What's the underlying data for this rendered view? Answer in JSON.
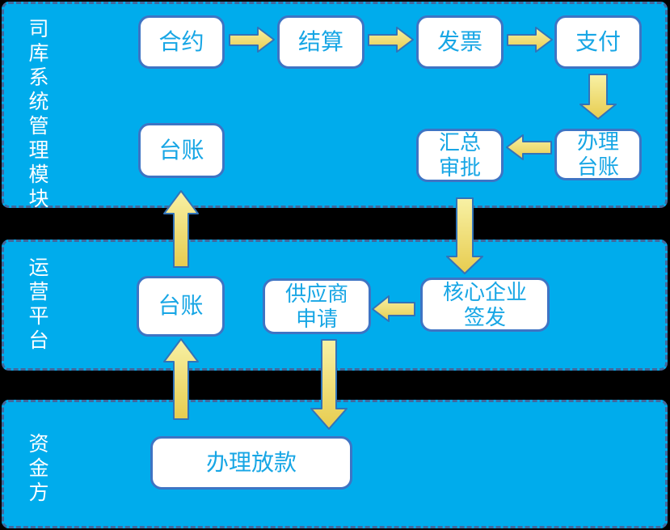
{
  "bands": {
    "treasury": {
      "label": "司库系统管理模块"
    },
    "operation": {
      "label": "运营平台"
    },
    "capital": {
      "label": "资金方"
    }
  },
  "nodes": {
    "contract": {
      "label": "合约"
    },
    "settlement": {
      "label": "结算"
    },
    "invoice": {
      "label": "发票"
    },
    "payment": {
      "label": "支付"
    },
    "ledger_top": {
      "label": "台账"
    },
    "summary_approval": {
      "label": "汇总\n审批"
    },
    "handle_ledger": {
      "label": "办理\n台账"
    },
    "ledger_mid": {
      "label": "台账"
    },
    "supplier_apply": {
      "label": "供应商\n申请"
    },
    "core_issue": {
      "label": "核心企业\n签发"
    },
    "handle_loan": {
      "label": "办理放款"
    }
  },
  "flows": [
    {
      "from": "contract",
      "to": "settlement"
    },
    {
      "from": "settlement",
      "to": "invoice"
    },
    {
      "from": "invoice",
      "to": "payment"
    },
    {
      "from": "payment",
      "to": "handle_ledger"
    },
    {
      "from": "handle_ledger",
      "to": "summary_approval"
    },
    {
      "from": "summary_approval",
      "to": "core_issue"
    },
    {
      "from": "core_issue",
      "to": "supplier_apply"
    },
    {
      "from": "supplier_apply",
      "to": "handle_loan"
    },
    {
      "from": "handle_loan",
      "to": "ledger_mid"
    },
    {
      "from": "ledger_mid",
      "to": "ledger_top"
    }
  ],
  "colors": {
    "background": "#000000",
    "band_fill": "#00ACEC",
    "band_border": "#44679B",
    "box_fill": "#FFFFFF",
    "box_border": "#3E74C4",
    "box_text": "#17A6E5",
    "band_label": "#FFFFFF",
    "arrow_stroke": "#3273B8",
    "arrow_top": "#F8F1A5",
    "arrow_bottom": "#E7CC4F"
  }
}
